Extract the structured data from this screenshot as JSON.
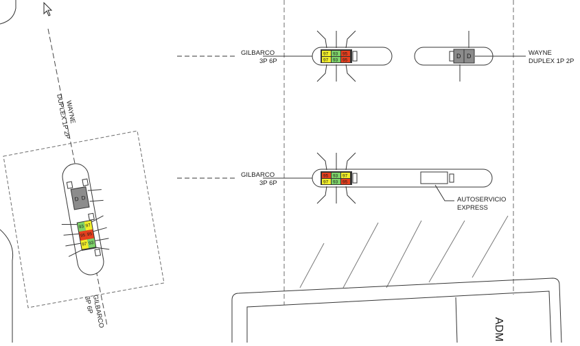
{
  "labels": {
    "gilbarco": "GILBARCO",
    "gilbarco_sub": "3P 6P",
    "wayne": "WAYNE",
    "wayne_sub": "DUPLEX 1P 2P",
    "autoservicio": "AUTOSERVICIO",
    "express": "EXPRESS",
    "building": "ADMI",
    "dispenser_letter": "D"
  },
  "grades": {
    "g97": "97",
    "g93": "93",
    "g95": "95"
  },
  "colors": {
    "g97": "#f2ee2a",
    "g93": "#7ed36a",
    "g95": "#e8401e",
    "dispenser": "#8c8c8c",
    "line": "#333333",
    "dash": "#6a6a6a"
  },
  "icons": {
    "cursor": "arrow-cursor-icon"
  }
}
